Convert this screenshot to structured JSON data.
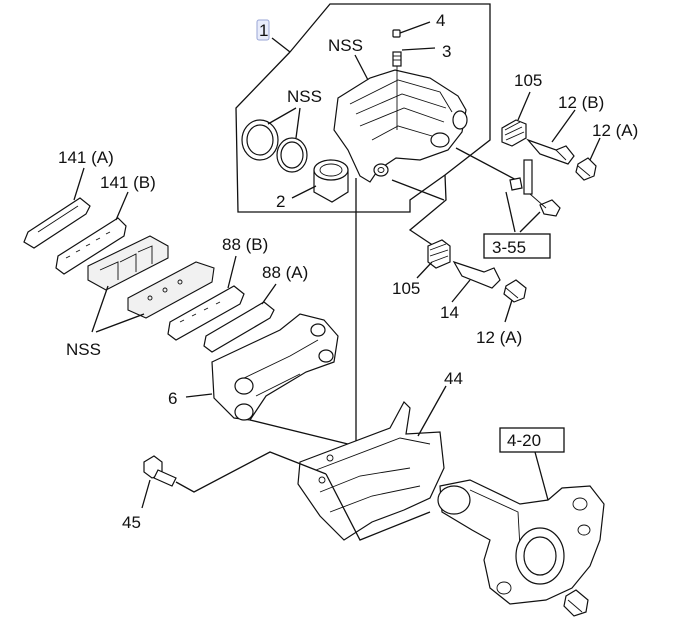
{
  "diagram": {
    "callouts": {
      "c1": "1",
      "c2": "2",
      "c3": "3",
      "c4": "4",
      "c6": "6",
      "c14": "14",
      "c44": "44",
      "c45": "45",
      "c105_top": "105",
      "c105_bottom": "105",
      "c12b": "12 (B)",
      "c12a_top": "12 (A)",
      "c12a_bottom": "12 (A)",
      "c141a": "141 (A)",
      "c141b": "141 (B)",
      "c88b": "88 (B)",
      "c88a": "88 (A)",
      "nss_caliper": "NSS",
      "nss_seals": "NSS",
      "nss_pads": "NSS"
    },
    "references": {
      "ref_3_55": "3-55",
      "ref_4_20": "4-20"
    }
  }
}
